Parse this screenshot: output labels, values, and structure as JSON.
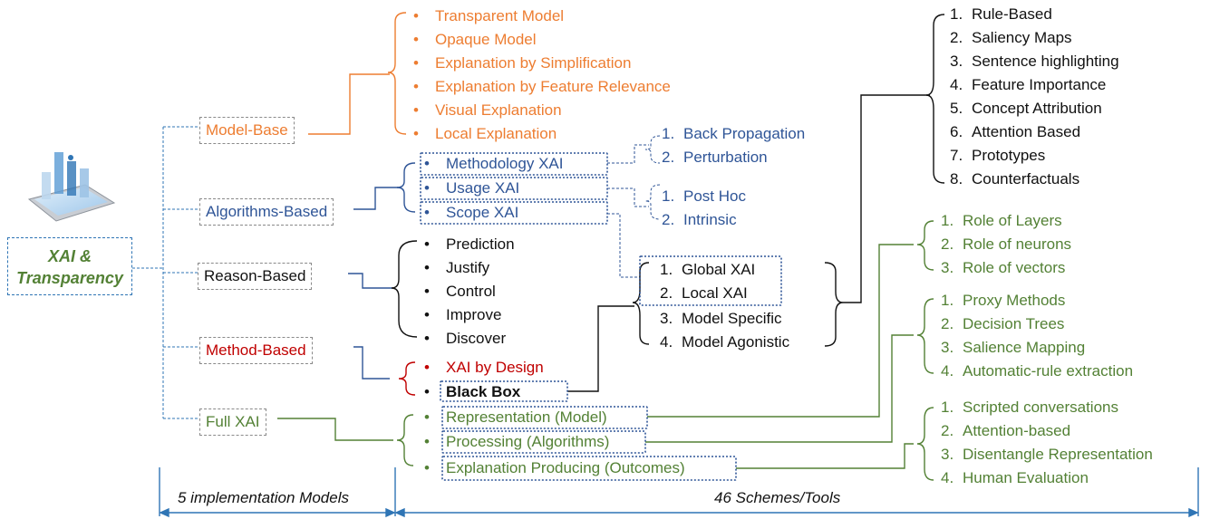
{
  "root": {
    "line1": "XAI &",
    "line2": "Transparency"
  },
  "categories": {
    "model_base": "Model-Base",
    "algorithms_based": "Algorithms-Based",
    "reason_based": "Reason-Based",
    "method_based": "Method-Based",
    "full_xai": "Full XAI"
  },
  "model_base_items": [
    "Transparent Model",
    "Opaque Model",
    "Explanation by Simplification",
    "Explanation by Feature Relevance",
    "Visual Explanation",
    "Local Explanation"
  ],
  "algorithms_items": [
    "Methodology XAI",
    "Usage XAI",
    "Scope XAI"
  ],
  "methodology_sub": [
    "Back Propagation",
    "Perturbation"
  ],
  "usage_sub": [
    "Post Hoc",
    "Intrinsic"
  ],
  "reason_items": [
    "Prediction",
    "Justify",
    "Control",
    "Improve",
    "Discover"
  ],
  "method_items": [
    "XAI by Design",
    "Black Box"
  ],
  "scope_sub": [
    "Global XAI",
    "Local XAI",
    "Model Specific",
    "Model Agonistic"
  ],
  "tools": [
    "Rule-Based",
    "Saliency Maps",
    "Sentence highlighting",
    "Feature Importance",
    "Concept Attribution",
    "Attention Based",
    "Prototypes",
    "Counterfactuals"
  ],
  "full_items": [
    "Representation (Model)",
    "Processing (Algorithms)",
    "Explanation Producing (Outcomes)"
  ],
  "representation_sub": [
    "Role of Layers",
    "Role of neurons",
    "Role of vectors"
  ],
  "processing_sub": [
    "Proxy Methods",
    "Decision Trees",
    "Salience Mapping",
    "Automatic-rule extraction"
  ],
  "explanation_sub": [
    "Scripted conversations",
    "Attention-based",
    "Disentangle Representation",
    "Human Evaluation"
  ],
  "footer": {
    "left": "5 implementation Models",
    "right": "46 Schemes/Tools"
  },
  "colors": {
    "orange": "#ed7d31",
    "blue": "#2f5597",
    "black": "#111111",
    "red": "#c00000",
    "green": "#538135"
  },
  "icon": "tablet-with-charts-icon"
}
